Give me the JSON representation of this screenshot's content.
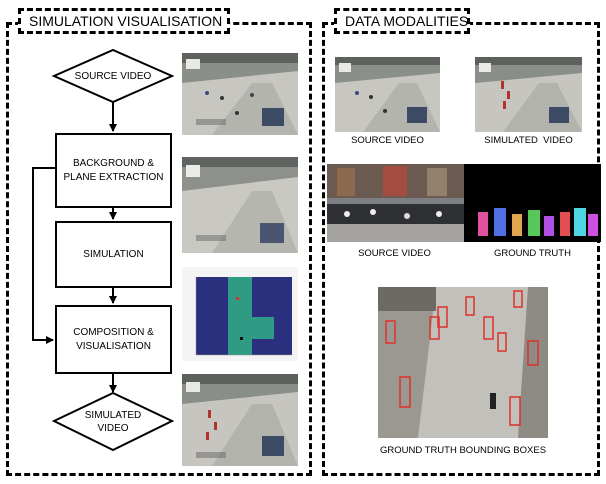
{
  "left_panel": {
    "title": "SIMULATION VISUALISATION",
    "flow": {
      "source_video": "SOURCE VIDEO",
      "background_line1": "BACKGROUND &",
      "background_line2": "PLANE EXTRACTION",
      "simulation": "SIMULATION",
      "composition_line1": "COMPOSITION &",
      "composition_line2": "VISUALISATION",
      "simulated_line1": "SIMULATED",
      "simulated_line2": "VIDEO"
    }
  },
  "right_panel": {
    "title": "DATA MODALITIES",
    "captions": {
      "source_video_top": "SOURCE VIDEO",
      "simulated_video": "SIMULATED  VIDEO",
      "source_video_mid": "SOURCE VIDEO",
      "ground_truth": "GROUND TRUTH",
      "bounding_boxes": "GROUND TRUTH BOUNDING BOXES"
    }
  },
  "icons": {
    "street_scene": "street-photo",
    "simulation_plot": "occupancy-grid-plot",
    "segmentation": "segmentation-mask"
  },
  "colors": {
    "plot_background": "#2a2f7e",
    "plot_road": "#2f9b85",
    "bbox": "#e0302a",
    "street": "#c9c7c0"
  }
}
